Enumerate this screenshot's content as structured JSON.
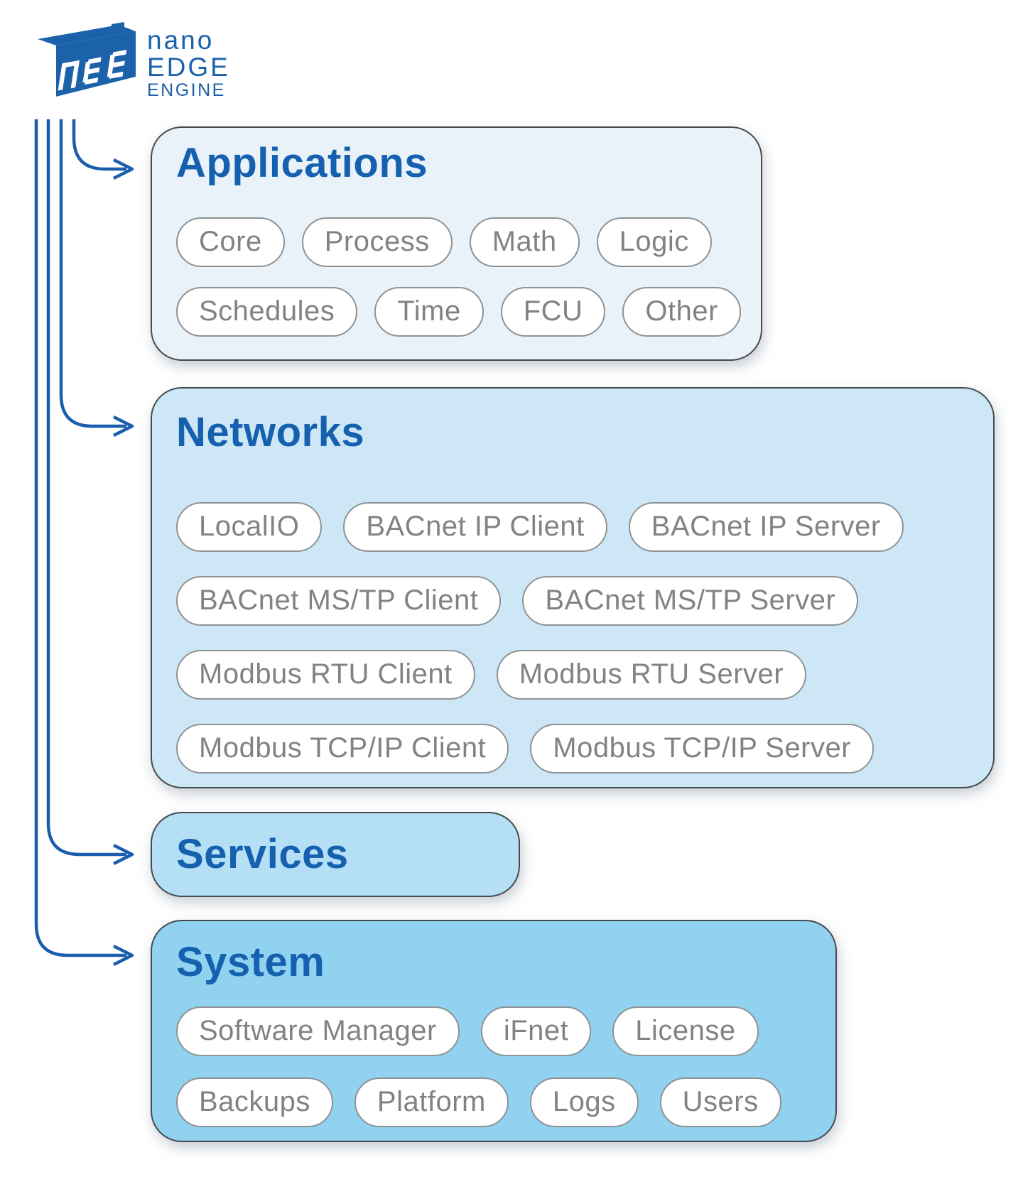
{
  "logo": {
    "line1": "nano",
    "line2": "EDGE",
    "line3": "ENGINE",
    "icon": "nanoedge-cube-logo"
  },
  "colors": {
    "accent_blue": "#1a5dad",
    "title_blue": "#1561af",
    "logo_blue": "#1b62ab",
    "pill_text": "#808386",
    "pill_border": "#8f9294",
    "box_border": "#454b4e",
    "bg_applications": "#e9f1f9",
    "bg_networks": "#cde7f6",
    "bg_services": "#b4dff4",
    "bg_system": "#90d2ef"
  },
  "sections": [
    {
      "id": "applications",
      "title": "Applications",
      "pill_rows": [
        [
          "Core",
          "Process",
          "Math",
          "Logic"
        ],
        [
          "Schedules",
          "Time",
          "FCU",
          "Other"
        ]
      ]
    },
    {
      "id": "networks",
      "title": "Networks",
      "pill_rows": [
        [
          "LocalIO",
          "BACnet IP Client",
          "BACnet IP Server"
        ],
        [
          "BACnet MS/TP Client",
          "BACnet MS/TP Server"
        ],
        [
          "Modbus RTU Client",
          "Modbus RTU Server"
        ],
        [
          "Modbus TCP/IP Client",
          "Modbus TCP/IP Server"
        ]
      ]
    },
    {
      "id": "services",
      "title": "Services",
      "pill_rows": []
    },
    {
      "id": "system",
      "title": "System",
      "pill_rows": [
        [
          "Software Manager",
          "iFnet",
          "License"
        ],
        [
          "Backups",
          "Platform",
          "Logs",
          "Users"
        ]
      ]
    }
  ]
}
